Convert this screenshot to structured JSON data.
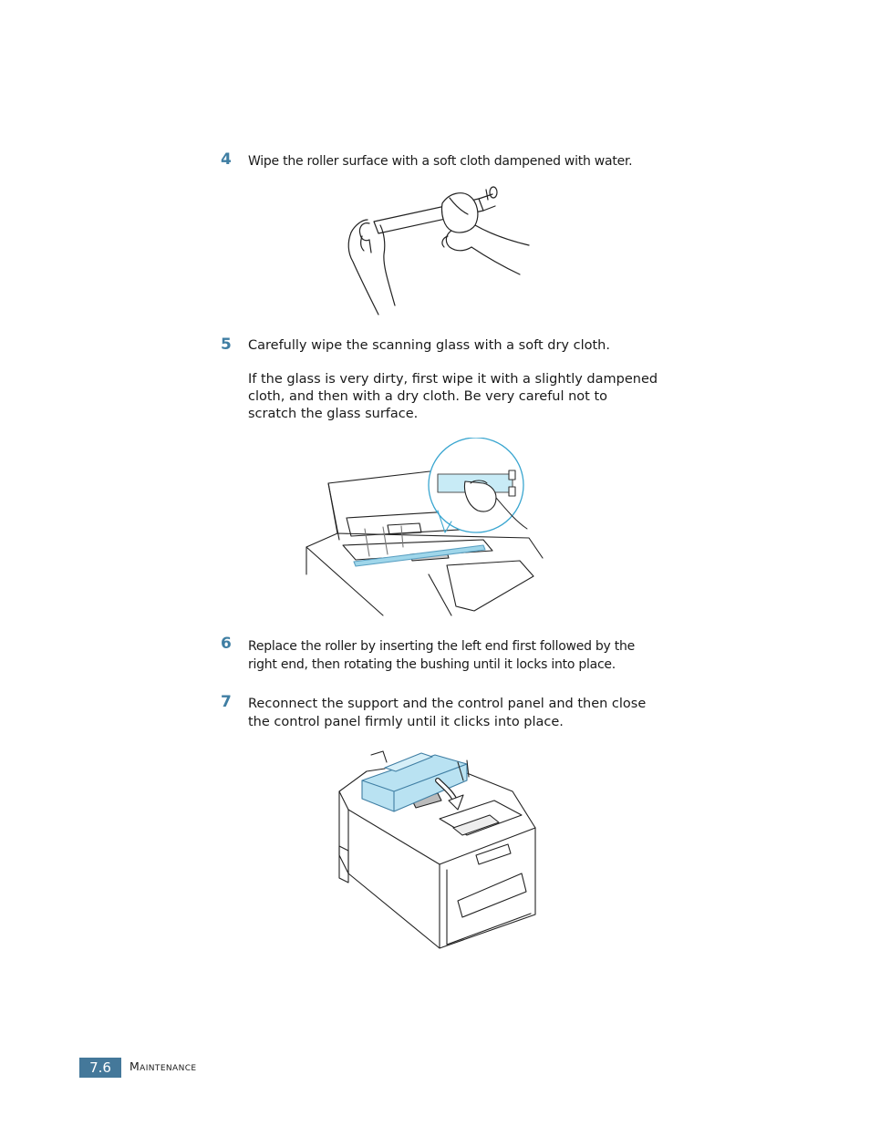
{
  "steps": [
    {
      "number": "4",
      "text": "Wipe the roller surface with a soft cloth dampened with water."
    },
    {
      "number": "5",
      "text": "Carefully wipe the scanning glass with a soft dry cloth.",
      "note": "If the glass is very dirty, first wipe it with a slightly dampened cloth, and then with a dry cloth. Be very careful not to scratch the glass surface."
    },
    {
      "number": "6",
      "text": "Replace the roller by inserting the left end first followed by the right end, then rotating the bushing until it locks into place."
    },
    {
      "number": "7",
      "text": "Reconnect the support and the control panel and then close the control panel firmly until it clicks into place."
    }
  ],
  "footer": {
    "page_number": "7.6",
    "section": "Maintenance"
  },
  "colors": {
    "accent": "#3f7ea3",
    "footer_bg": "#44789a",
    "highlight": "#9fd6ea"
  }
}
